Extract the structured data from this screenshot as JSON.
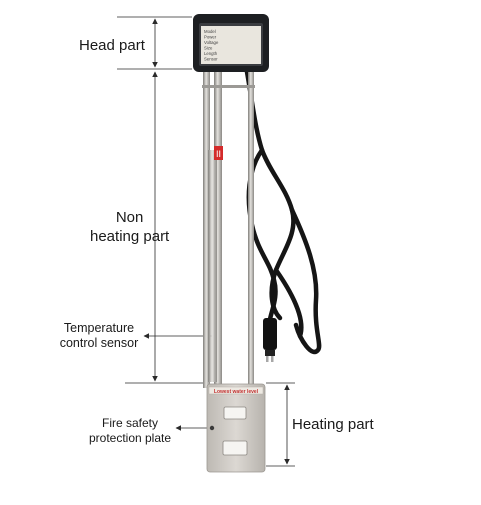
{
  "labels": {
    "head_part": "Head part",
    "non_heating_part": "Non\nheating part",
    "temperature_sensor": "Temperature\ncontrol sensor",
    "fire_safety_plate": "Fire safety\nprotection plate",
    "heating_part": "Heating part"
  },
  "product": {
    "nameplate_lines": [
      "Model",
      "Power",
      "Voltage",
      "Size",
      "Length",
      "Sensor"
    ],
    "water_level_label": "Lowest water level",
    "sensor_mark": "II"
  },
  "colors": {
    "head_body": "#1d1f22",
    "rod_metal": "#b3b1ad",
    "cord": "#151515",
    "plate": "#cfcbc6",
    "dimension_line": "#2a2a2a",
    "sensor_mark": "#d42b2b"
  },
  "icons": {
    "dimension_arrow": "arrow-icon",
    "plug": "plug-icon"
  }
}
